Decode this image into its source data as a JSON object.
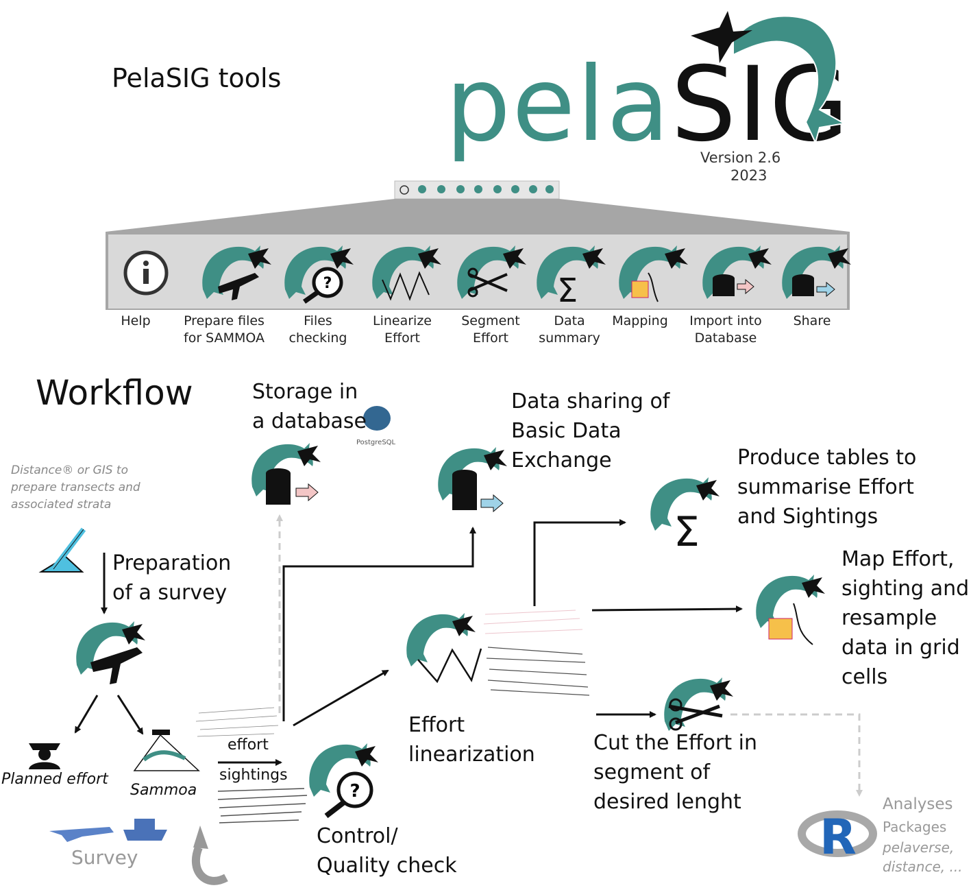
{
  "header": {
    "tools_title": "PelaSIG tools",
    "logo_part1": "pela",
    "logo_part2": "SIG",
    "version": "Version 2.6",
    "year": "2023"
  },
  "toolbar": {
    "items": [
      {
        "label": "Help",
        "icon": "info-icon"
      },
      {
        "label": "Prepare files for SAMMOA",
        "icon": "plane-icon"
      },
      {
        "label": "Files checking",
        "icon": "magnifier-icon"
      },
      {
        "label": "Linearize Effort",
        "icon": "zigzag-icon"
      },
      {
        "label": "Segment Effort",
        "icon": "scissors-icon"
      },
      {
        "label": "Data summary",
        "icon": "sigma-icon"
      },
      {
        "label": "Mapping",
        "icon": "grid-map-icon"
      },
      {
        "label": "Import into Database",
        "icon": "database-import-icon"
      },
      {
        "label": "Share",
        "icon": "database-share-icon"
      }
    ]
  },
  "workflow": {
    "title": "Workflow",
    "distance_note": "Distance® or GIS to prepare transects and associated strata",
    "preparation": "Preparation of a survey",
    "planned_effort": "Planned effort",
    "sammoa": "Sammoa",
    "survey": "Survey",
    "effort": "effort",
    "sightings": "sightings",
    "control": "Control/ Quality check",
    "storage": "Storage in a database",
    "postgres": "PostgreSQL",
    "sharing": "Data sharing of Basic Data Exchange",
    "linearization": "Effort linearization",
    "summary": "Produce tables to summarise Effort and Sightings",
    "map": "Map Effort, sighting and resample data in grid cells",
    "cut": "Cut the Effort in segment of desired lenght",
    "analyses": "Analyses",
    "packages": "Packages",
    "pkg_list": "pelaverse, distance, ...",
    "r_letter": "R"
  },
  "colors": {
    "teal": "#3f8f85",
    "toolbar_bg": "#d9d9d9",
    "funnel": "#a6a6a6",
    "arrow_dashed": "#cccccc"
  }
}
